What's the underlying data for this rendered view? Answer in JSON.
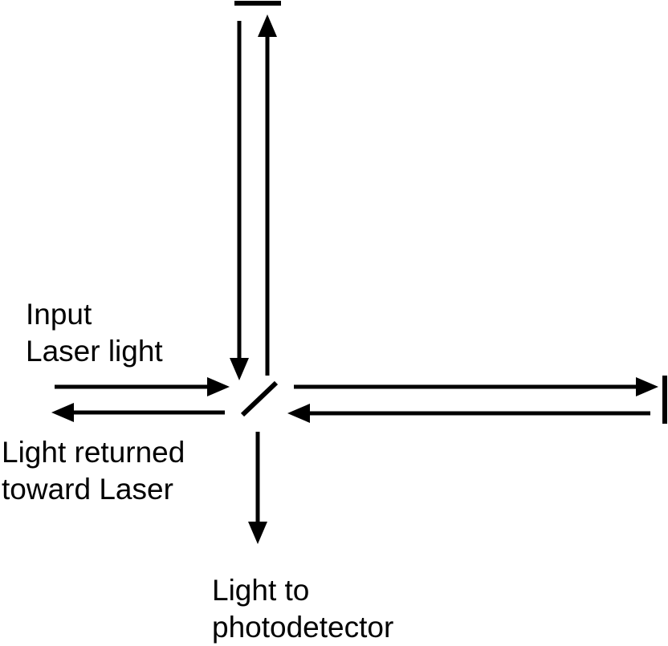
{
  "labels": {
    "input": [
      "Input",
      "Laser light"
    ],
    "returned": [
      "Light returned",
      "toward Laser"
    ],
    "photodetector": [
      "Light to",
      "photodetector"
    ]
  },
  "colors": {
    "stroke": "#000000",
    "background": "#ffffff"
  }
}
